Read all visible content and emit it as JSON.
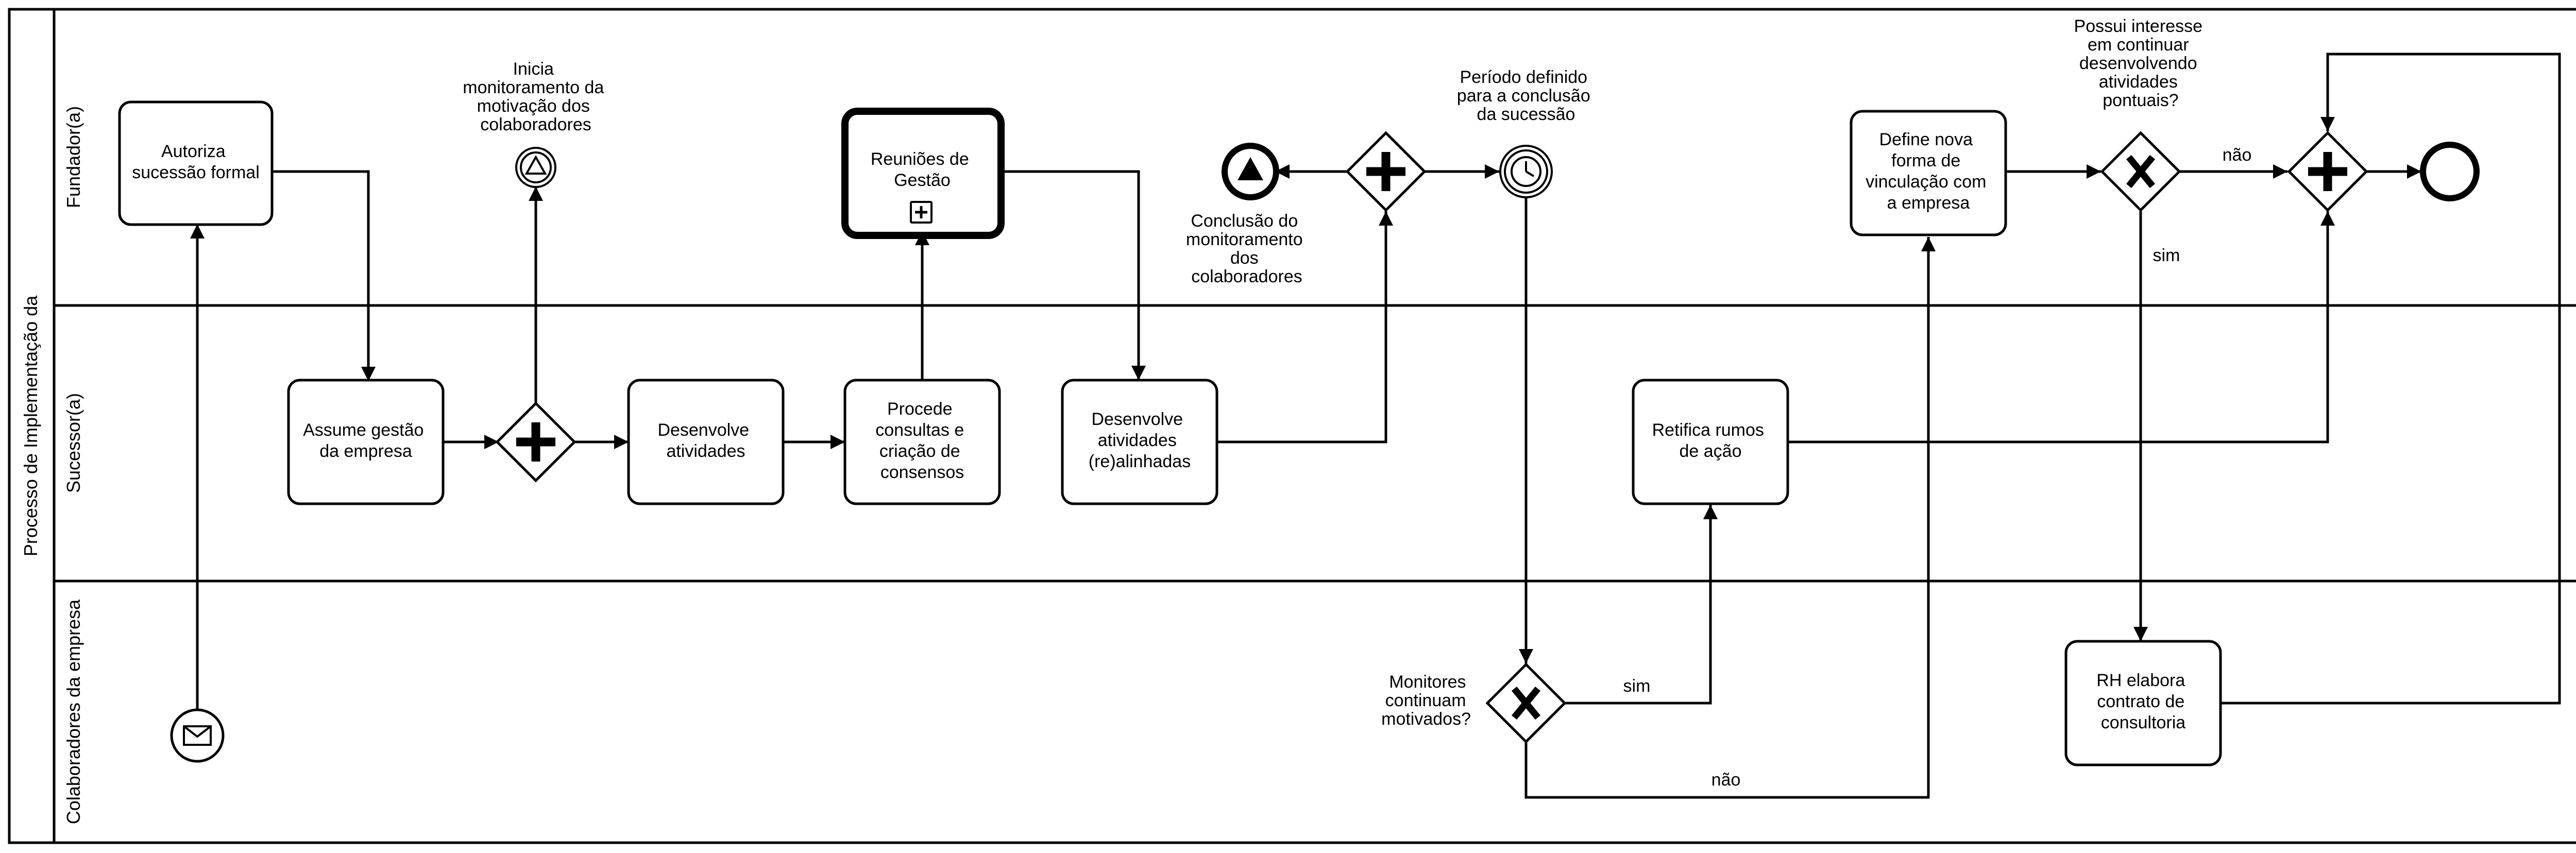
{
  "pool": {
    "label": "Processo de Implementação da"
  },
  "lanes": {
    "founder": "Fundador(a)",
    "successor": "Sucessor(a)",
    "employees": "Colaboradores da empresa"
  },
  "tasks": {
    "authorize": [
      "Autoriza",
      "sucessão formal"
    ],
    "meetings": [
      "Reuniões de",
      "Gestão"
    ],
    "define_bond": [
      "Define nova",
      "forma de",
      "vinculação com",
      "a empresa"
    ],
    "assume": [
      "Assume gestão",
      "da empresa"
    ],
    "develop": [
      "Desenvolve",
      "atividades"
    ],
    "consult": [
      "Procede",
      "consultas e",
      "criação de",
      "consensos"
    ],
    "develop_realigned": [
      "Desenvolve",
      "atividades",
      "(re)alinhadas"
    ],
    "rectify": [
      "Retifica rumos",
      "de ação"
    ],
    "hr_contract": [
      "RH elabora",
      "contrato de",
      "consultoria"
    ]
  },
  "events": {
    "start_monitoring": [
      "Inicia",
      "monitoramento da",
      "motivação dos",
      "colaboradores"
    ],
    "end_monitoring": [
      "Conclusão do",
      "monitoramento",
      "dos",
      "colaboradores"
    ],
    "timer": [
      "Período definido",
      "para a conclusão",
      "da sucessão"
    ]
  },
  "gateways": {
    "interest_question": [
      "Possui interesse",
      "em continuar",
      "desenvolvendo",
      "atividades",
      "pontuais?"
    ],
    "motivated_question": [
      "Monitores",
      "continuam",
      "motivados?"
    ]
  },
  "flow_labels": {
    "no_top": "não",
    "yes_top": "sim",
    "yes_bottom": "sim",
    "no_bottom": "não"
  },
  "icons": {
    "start": "envelope-icon",
    "signal": "triangle-icon",
    "timer": "clock-icon",
    "parallel": "plus-icon",
    "exclusive": "x-icon",
    "subprocess": "boxed-plus-icon",
    "end": "end-event"
  },
  "colors": {
    "stroke": "#000000",
    "background": "#ffffff"
  }
}
